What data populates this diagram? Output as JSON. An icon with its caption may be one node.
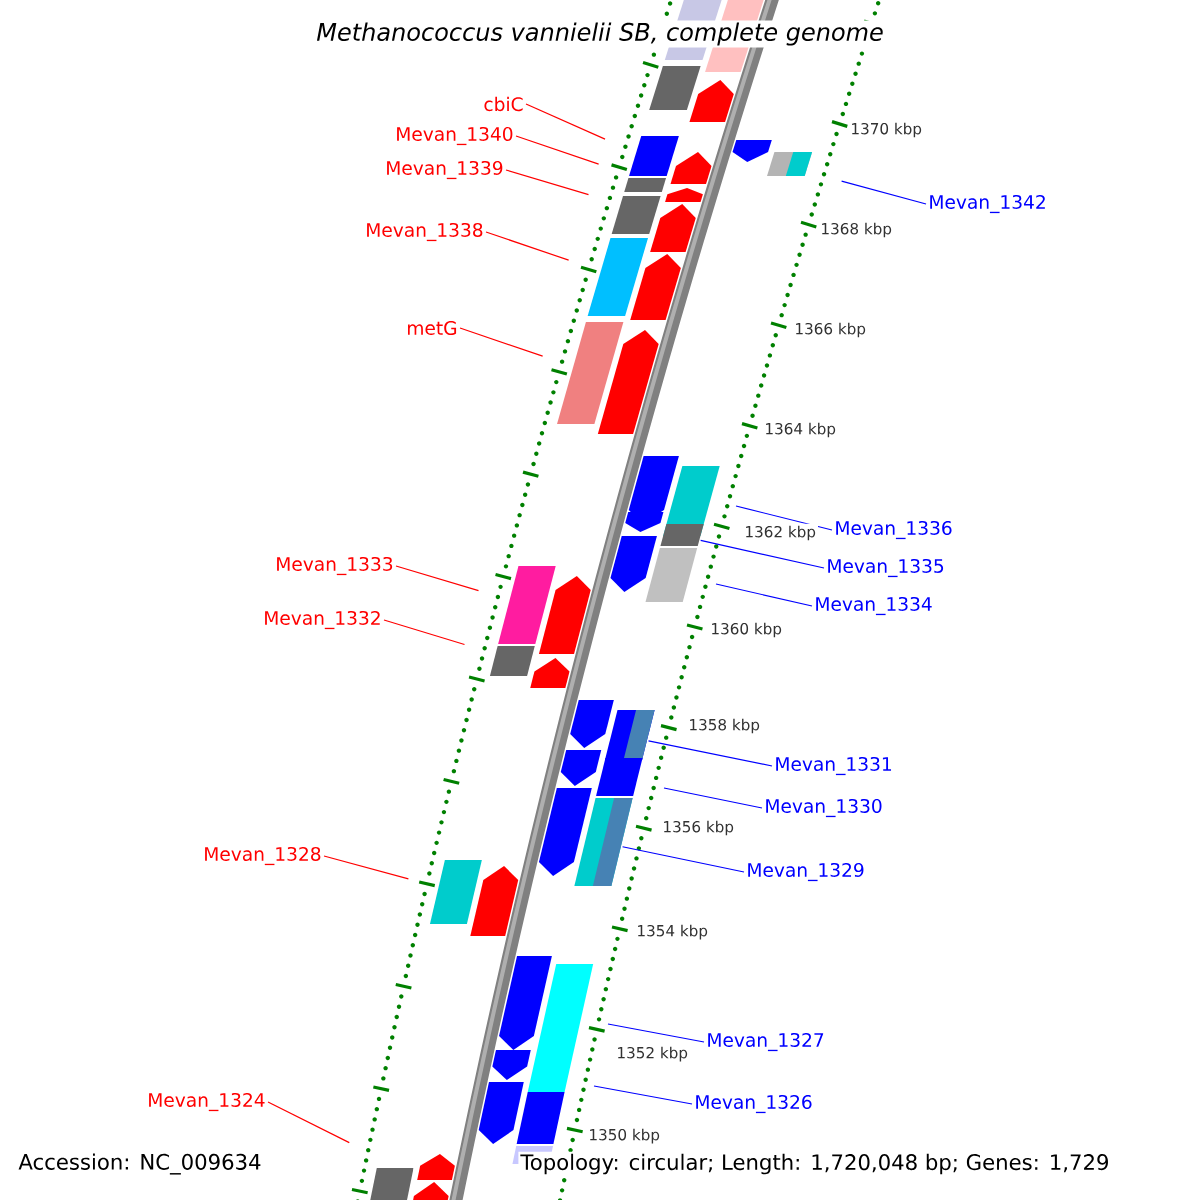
{
  "diagram": {
    "title": "Methanococcus vannielii SB, complete genome",
    "nodes": [
      {
        "text": [
          "cbiC"
        ]
      },
      {
        "text": [
          "Mevan_1340"
        ]
      },
      {
        "text": [
          "Mevan_1339"
        ]
      },
      {
        "text": [
          "Mevan_1338"
        ]
      },
      {
        "text": [
          "metG"
        ]
      },
      {
        "text": [
          "Mevan_1342"
        ]
      },
      {
        "text": [
          "Mevan_1336"
        ]
      },
      {
        "text": [
          "Mevan_1335"
        ]
      },
      {
        "text": [
          "Mevan_1334"
        ]
      },
      {
        "text": [
          "Mevan_1333"
        ]
      },
      {
        "text": [
          "Mevan_1332"
        ]
      },
      {
        "text": [
          "Mevan_1331"
        ]
      },
      {
        "text": [
          "Mevan_1330"
        ]
      },
      {
        "text": [
          "Mevan_1329"
        ]
      },
      {
        "text": [
          "Mevan_1328"
        ]
      },
      {
        "text": [
          "Mevan_1327"
        ]
      },
      {
        "text": [
          "Mevan_1326"
        ]
      },
      {
        "text": [
          "Mevan_1324"
        ]
      }
    ],
    "edges": [
      {
        "from": 0,
        "to": null,
        "arrow": "none",
        "color": "#ff0000"
      },
      {
        "from": 1,
        "to": null,
        "arrow": "none",
        "color": "#ff0000"
      },
      {
        "from": 2,
        "to": null,
        "arrow": "none",
        "color": "#ff0000"
      },
      {
        "from": 3,
        "to": null,
        "arrow": "none",
        "color": "#ff0000"
      },
      {
        "from": 4,
        "to": null,
        "arrow": "none",
        "color": "#ff0000"
      },
      {
        "from": 5,
        "to": null,
        "arrow": "none",
        "color": "#0000ff"
      },
      {
        "from": 6,
        "to": null,
        "arrow": "none",
        "color": "#0000ff"
      },
      {
        "from": 7,
        "to": null,
        "arrow": "none",
        "color": "#0000ff"
      },
      {
        "from": 8,
        "to": null,
        "arrow": "none",
        "color": "#0000ff"
      },
      {
        "from": 9,
        "to": null,
        "arrow": "none",
        "color": "#ff0000"
      },
      {
        "from": 10,
        "to": null,
        "arrow": "none",
        "color": "#ff0000"
      },
      {
        "from": 11,
        "to": null,
        "arrow": "none",
        "color": "#0000ff"
      },
      {
        "from": 12,
        "to": null,
        "arrow": "none",
        "color": "#0000ff"
      },
      {
        "from": 13,
        "to": null,
        "arrow": "none",
        "color": "#0000ff"
      },
      {
        "from": 14,
        "to": null,
        "arrow": "none",
        "color": "#ff0000"
      },
      {
        "from": 15,
        "to": null,
        "arrow": "none",
        "color": "#0000ff"
      },
      {
        "from": 16,
        "to": null,
        "arrow": "none",
        "color": "#0000ff"
      },
      {
        "from": 17,
        "to": null,
        "arrow": "none",
        "color": "#ff0000"
      }
    ],
    "labels": [
      "1370 kbp",
      "1368 kbp",
      "1366 kbp",
      "1364 kbp",
      "1362 kbp",
      "1360 kbp",
      "1358 kbp",
      "1356 kbp",
      "1354 kbp",
      "1352 kbp",
      "1350 kbp",
      "Accession: NC_009634",
      "Topology: circular; Length: 1,720,048 bp; Genes: 1,729"
    ]
  }
}
